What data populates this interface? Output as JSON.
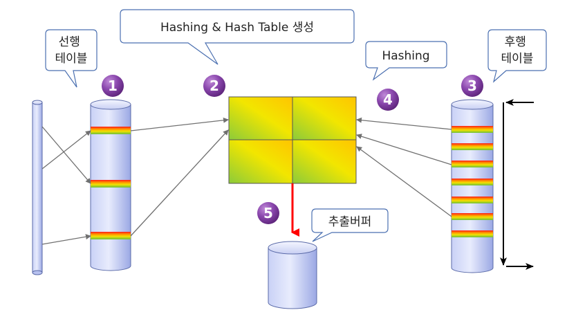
{
  "callouts": {
    "build_table": "선행\n테이블",
    "hash_build": "Hashing & Hash Table 생성",
    "hash_probe": "Hashing",
    "probe_table": "후행\n테이블",
    "output_buffer": "추출버퍼"
  },
  "steps": [
    "1",
    "2",
    "3",
    "4",
    "5"
  ],
  "colors": {
    "cylinder_fill_light": "#e4e8fb",
    "cylinder_fill_dark": "#9aa8e6",
    "cylinder_stroke": "#5a6aa8",
    "badge": "#7b3f98",
    "arrow_red": "#ff0000",
    "arrow_gray": "#707070",
    "callout_stroke": "#4a6fb0",
    "hash_yellow": "#ffd700",
    "hash_green": "#8dc63f"
  }
}
